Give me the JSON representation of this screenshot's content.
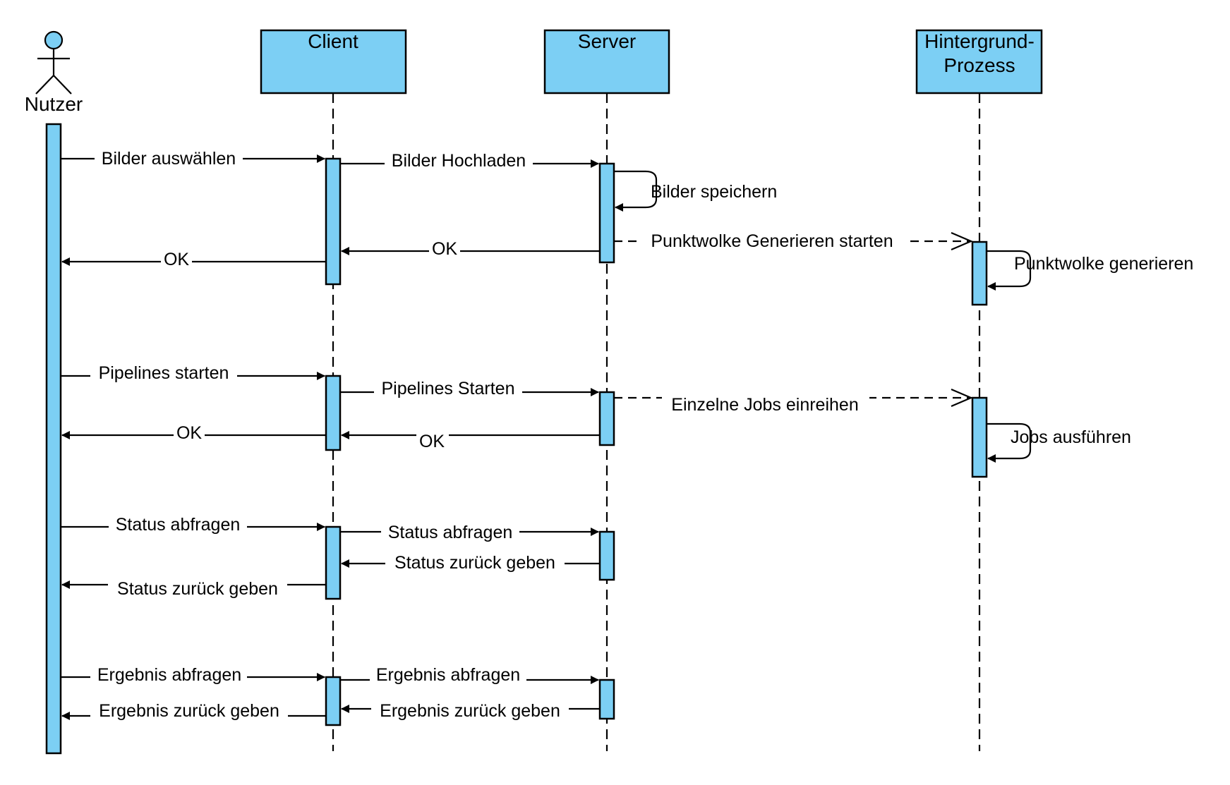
{
  "participants": {
    "user": "Nutzer",
    "client": "Client",
    "server": "Server",
    "background_line1": "Hintergrund-",
    "background_line2": "Prozess"
  },
  "messages": {
    "m1": "Bilder auswählen",
    "m2": "Bilder Hochladen",
    "m3": "Bilder speichern",
    "m4": "OK",
    "m5": "Punktwolke Generieren starten",
    "m6": "Punktwolke generieren",
    "m7": "OK",
    "m8": "Pipelines starten",
    "m9": "Pipelines Starten",
    "m10": "Einzelne Jobs einreihen",
    "m11": "Jobs ausführen",
    "m12": "OK",
    "m13": "OK",
    "m14": "Status abfragen",
    "m15": "Status abfragen",
    "m16": "Status zurück geben",
    "m17": "Status zurück geben",
    "m18": "Ergebnis abfragen",
    "m19": "Ergebnis abfragen",
    "m20": "Ergebnis zurück geben",
    "m21": "Ergebnis zurück geben"
  },
  "colors": {
    "activation_fill": "#7ccff4",
    "stroke": "#000000"
  }
}
